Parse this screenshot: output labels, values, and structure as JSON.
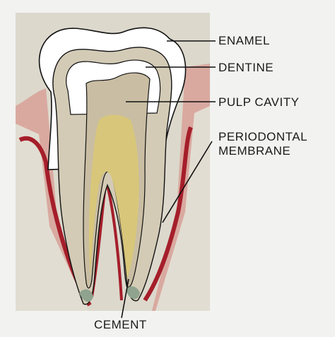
{
  "labels": {
    "enamel": "ENAMEL",
    "dentine": "DENTINE",
    "pulp_cavity": "PULP CAVITY",
    "periodontal_line1": "PERIODONTAL",
    "periodontal_line2": "MEMBRANE",
    "cement": "CEMENT"
  },
  "colors": {
    "background": "#f2f2f0",
    "panel": "#dcd8cc",
    "enamel": "#ffffff",
    "dentine": "#d3cbb6",
    "pulp": "#d8c77a",
    "membrane": "#a51e2a",
    "gum": "#d9a9a0",
    "cement": "#8fa38e",
    "line": "#111111"
  }
}
